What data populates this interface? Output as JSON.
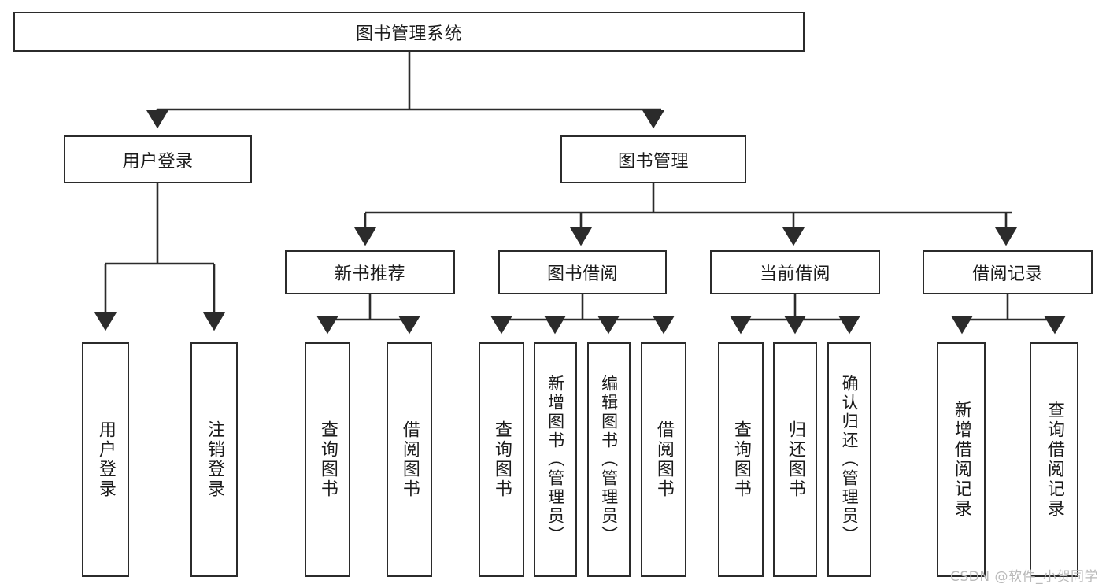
{
  "diagram": {
    "title_node": {
      "label": "图书管理系统"
    },
    "style": {
      "background": "#ffffff",
      "stroke": "#2b2b2b",
      "text": "#1b1b1b",
      "watermark_color": "#b9b9b9"
    },
    "level2": [
      {
        "id": "user-login",
        "label": "用户登录"
      },
      {
        "id": "book-management",
        "label": "图书管理"
      }
    ],
    "level3": [
      {
        "id": "new-book-recommend",
        "label": "新书推荐"
      },
      {
        "id": "book-borrow",
        "label": "图书借阅"
      },
      {
        "id": "current-borrow",
        "label": "当前借阅"
      },
      {
        "id": "borrow-record",
        "label": "借阅记录"
      }
    ],
    "leaves": {
      "user_login": [
        {
          "id": "leaf-user-login",
          "label": "用户登录"
        },
        {
          "id": "leaf-logout-login",
          "label": "注销登录"
        }
      ],
      "new_book_recommend": [
        {
          "id": "leaf-query-book-1",
          "label": "查询图书"
        },
        {
          "id": "leaf-borrow-book-1",
          "label": "借阅图书"
        }
      ],
      "book_borrow": [
        {
          "id": "leaf-query-book-2",
          "label": "查询图书"
        },
        {
          "id": "leaf-add-book",
          "label": "新增图书（管理员）"
        },
        {
          "id": "leaf-edit-book",
          "label": "编辑图书（管理员）"
        },
        {
          "id": "leaf-borrow-book-2",
          "label": "借阅图书"
        }
      ],
      "current_borrow": [
        {
          "id": "leaf-query-book-3",
          "label": "查询图书"
        },
        {
          "id": "leaf-return-book",
          "label": "归还图书"
        },
        {
          "id": "leaf-confirm-return",
          "label": "确认归还（管理员）"
        }
      ],
      "borrow_record": [
        {
          "id": "leaf-add-record",
          "label": "新增借阅记录"
        },
        {
          "id": "leaf-query-record",
          "label": "查询借阅记录"
        }
      ]
    },
    "watermark": "CSDN @软件_小贺同学"
  }
}
